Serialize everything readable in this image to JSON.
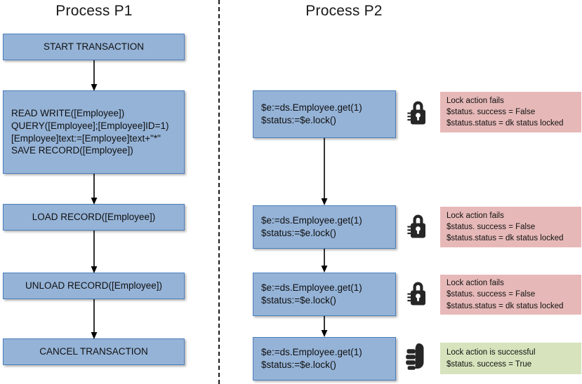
{
  "columns": [
    {
      "title": "Process P1"
    },
    {
      "title": "Process P2"
    }
  ],
  "p1": {
    "steps": [
      {
        "label": "START TRANSACTION"
      },
      {
        "label": "READ WRITE([Employee])\nQUERY([Employee];[Employee]ID=1)\n[Employee]text:=[Employee]text+\"*\"\nSAVE RECORD([Employee])"
      },
      {
        "label": "LOAD RECORD([Employee])"
      },
      {
        "label": "UNLOAD RECORD([Employee])"
      },
      {
        "label": "CANCEL TRANSACTION"
      }
    ]
  },
  "p2": {
    "steps": [
      {
        "code": "$e:=ds.Employee.get(1)\n$status:=$e.lock()"
      },
      {
        "code": "$e:=ds.Employee.get(1)\n$status:=$e.lock()"
      },
      {
        "code": "$e:=ds.Employee.get(1)\n$status:=$e.lock()"
      },
      {
        "code": "$e:=ds.Employee.get(1)\n$status:=$e.lock()"
      }
    ],
    "icons": [
      {
        "name": "lock-icon"
      },
      {
        "name": "lock-icon"
      },
      {
        "name": "lock-icon"
      },
      {
        "name": "thumbs-up-icon"
      }
    ],
    "notes": [
      {
        "kind": "fail",
        "text": "Lock action fails\n$status. success = False\n$status.status = dk status locked"
      },
      {
        "kind": "fail",
        "text": "Lock action fails\n$status. success = False\n$status.status = dk status locked"
      },
      {
        "kind": "fail",
        "text": "Lock action fails\n$status. success = False\n$status.status = dk status locked"
      },
      {
        "kind": "ok",
        "text": "Lock action is successful\n$status. success = True"
      }
    ]
  },
  "colors": {
    "box_fill": "#95b3d7",
    "box_border": "#4a7ebb",
    "note_fail": "#e6b9b8",
    "note_ok": "#d6e3bc",
    "icon_dark": "#262626",
    "line": "#000000"
  }
}
